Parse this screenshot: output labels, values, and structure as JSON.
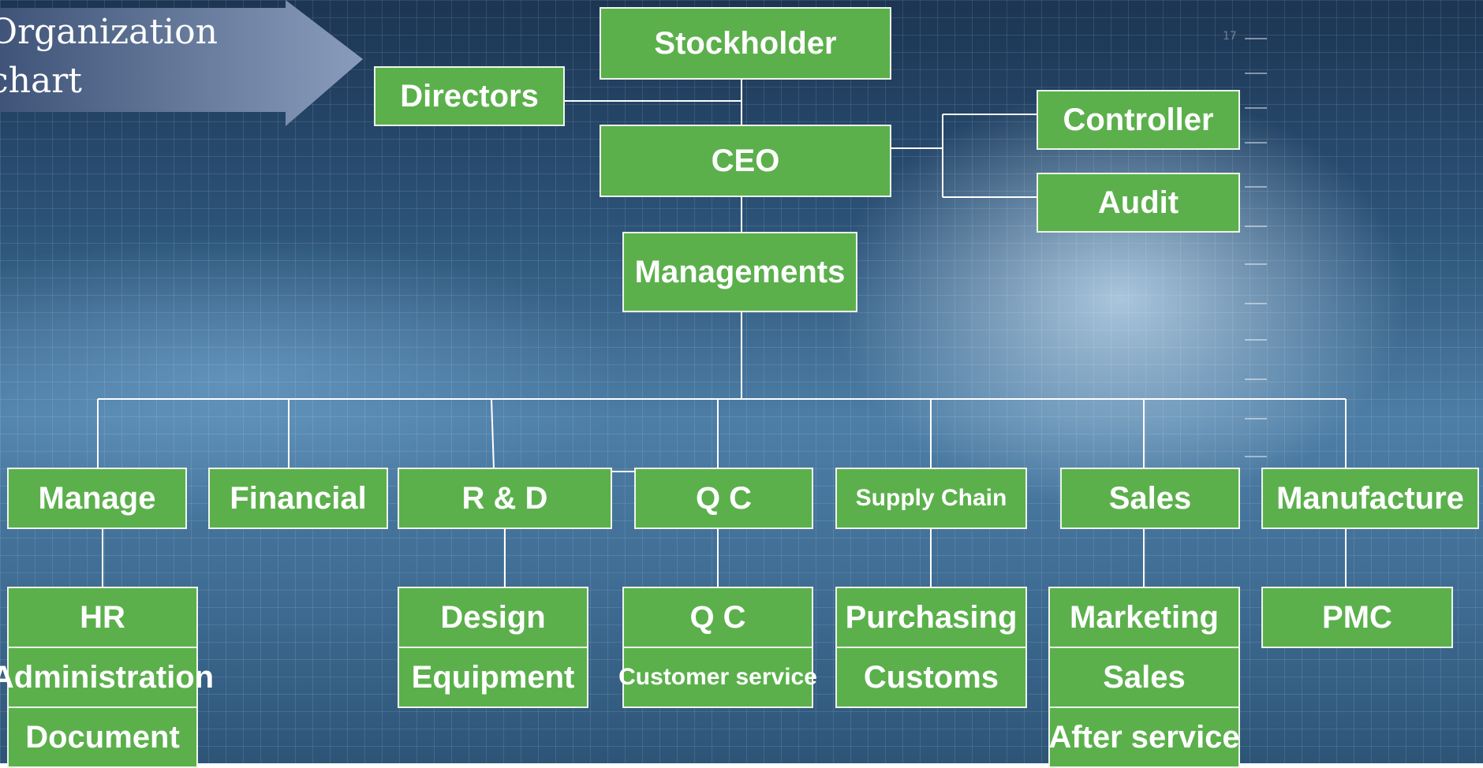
{
  "title": "Organization\nchart",
  "colors": {
    "box_fill": "#5bb04c",
    "box_border": "#eef6ea",
    "connector": "#ffffff",
    "arrow": "#7c8fb0"
  },
  "ruler": {
    "label": "17"
  },
  "nodes": {
    "stockholder": "Stockholder",
    "directors": "Directors",
    "ceo": "CEO",
    "controller": "Controller",
    "audit": "Audit",
    "managements": "Managements",
    "departments": {
      "manage": "Manage",
      "financial": "Financial",
      "rnd": "R & D",
      "qc": "Q C",
      "supply_chain": "Supply Chain",
      "sales": "Sales",
      "manufacture": "Manufacture"
    },
    "sub_units": {
      "hr": "HR",
      "administration": "Administration",
      "document": "Document",
      "design": "Design",
      "equipment": "Equipment",
      "qc_unit": "Q C",
      "customer_service": "Customer service",
      "purchasing": "Purchasing",
      "customs": "Customs",
      "marketing": "Marketing",
      "sales_unit": "Sales",
      "after_service": "After service",
      "pmc": "PMC"
    }
  }
}
